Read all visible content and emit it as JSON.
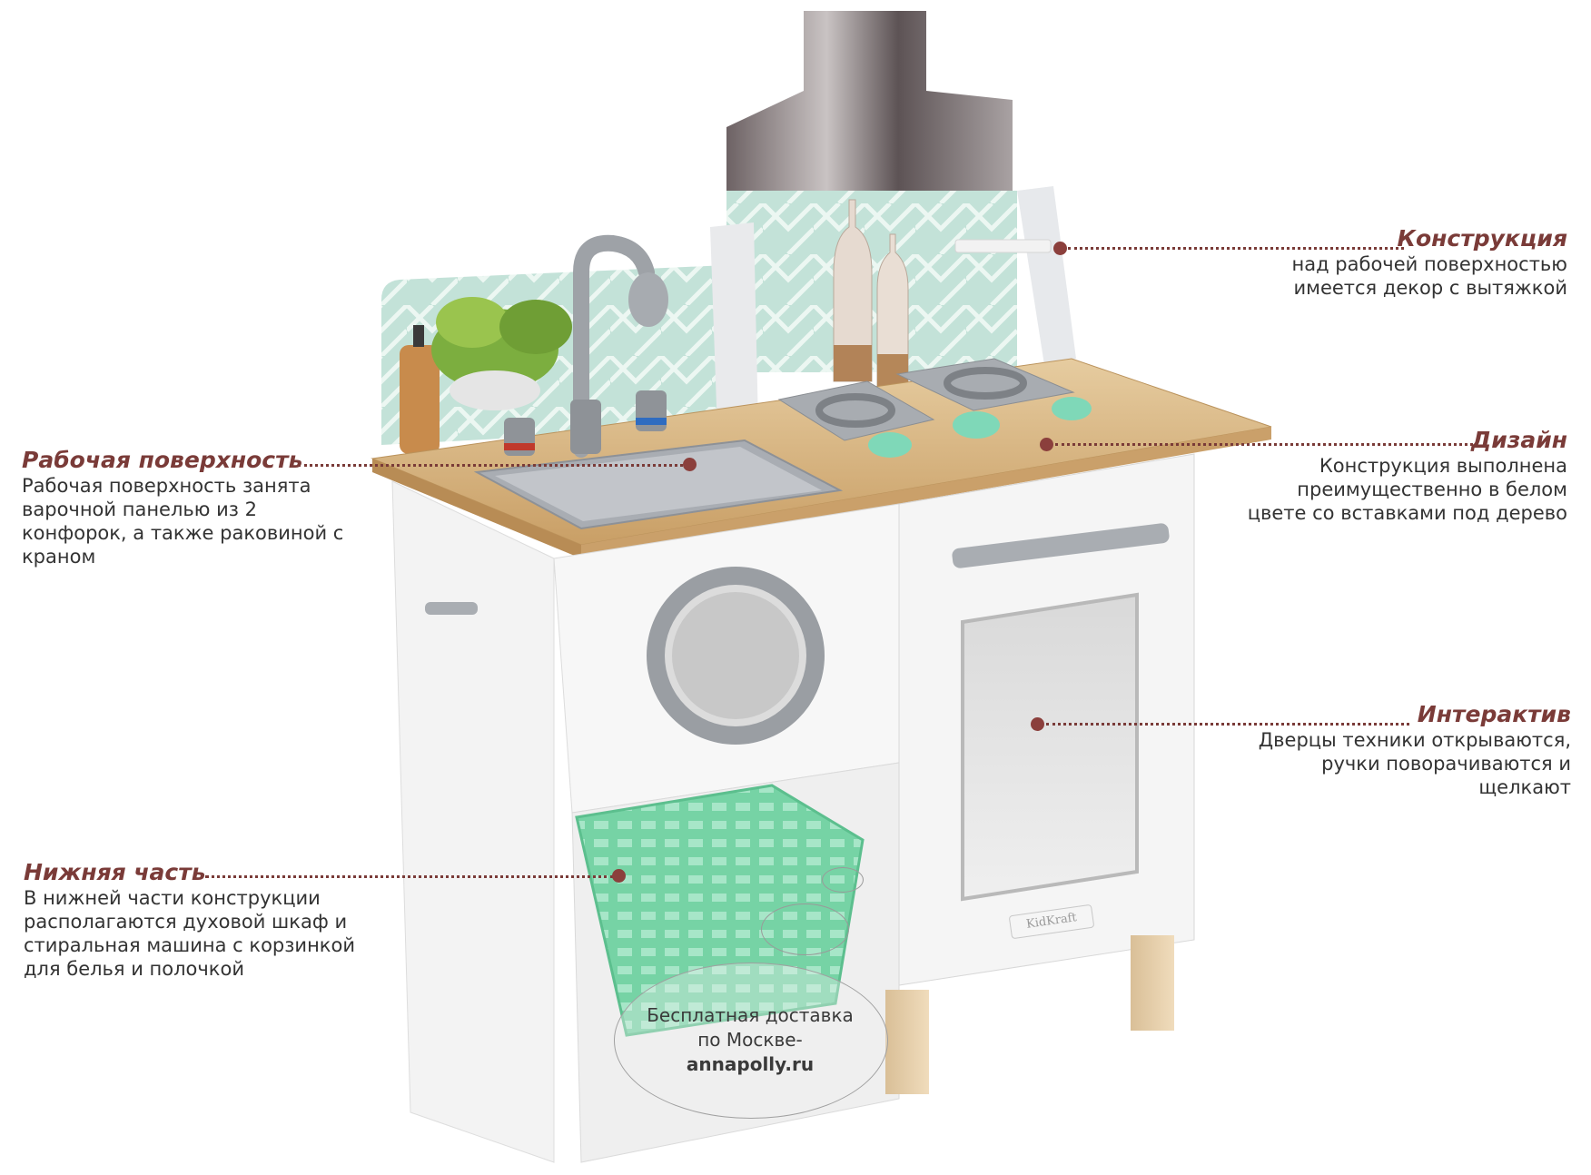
{
  "callouts": {
    "construction": {
      "title": "Конструкция",
      "desc": "над рабочей поверхностью\nимеется декор с вытяжкой"
    },
    "worktop": {
      "title": "Рабочая поверхность",
      "desc": "Рабочая поверхность занята\nварочной панелью из 2\nконфорок, а также раковиной с\nкраном"
    },
    "design": {
      "title": "Дизайн",
      "desc": "Конструкция выполнена\nпреимущественно в белом\nцвете со вставками под дерево"
    },
    "interactive": {
      "title": "Интерактив",
      "desc": "Дверцы техники открываются,\nручки поворачиваются и\nщелкают"
    },
    "lower": {
      "title": "Нижняя часть",
      "desc": "В нижней части конструкции\nрасполагаются духовой шкаф и\nстиральная машина с корзинкой\nдля белья и полочкой"
    }
  },
  "promo": {
    "line1": "Бесплатная доставка",
    "line2": "по Москве-",
    "site": "annapolly.ru"
  },
  "brand": {
    "logo": "KidKraft"
  },
  "colors": {
    "accent": "#7a3b38",
    "dot": "#8b3f3c",
    "wood": "#d8b98a",
    "tile": "#bfe0d6",
    "basket": "#7fd1a8",
    "knob": "#7fd8b8"
  }
}
